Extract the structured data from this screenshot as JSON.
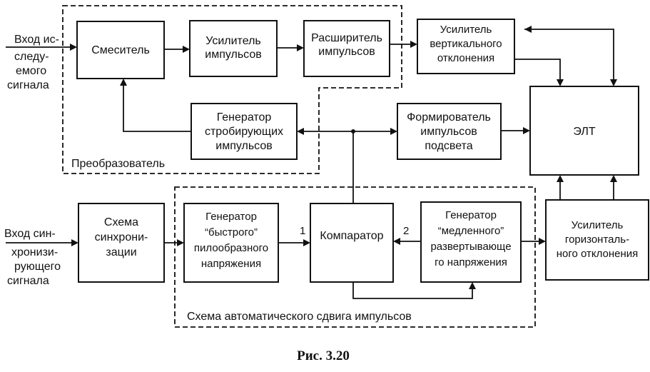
{
  "input_signal": {
    "lines": [
      "Вход ис-",
      "следу-",
      "емого",
      "сигнала"
    ]
  },
  "input_sync": {
    "lines": [
      "Вход син-",
      "хронизи-",
      "рующего",
      "сигнала"
    ]
  },
  "blocks": {
    "mixer": [
      "Смеситель"
    ],
    "pulse_amp": [
      "Усилитель",
      "импульсов"
    ],
    "pulse_expander": [
      "Расширитель",
      "импульсов"
    ],
    "vert_amp": [
      "Усилитель",
      "вертикального",
      "отклонения"
    ],
    "strobe_gen": [
      "Генератор",
      "стробирующих",
      "импульсов"
    ],
    "backlight_former": [
      "Формирователь",
      "импульсов",
      "подсвета"
    ],
    "crt": [
      "ЭЛТ"
    ],
    "sync_circuit": [
      "Схема",
      "синхрони-",
      "зации"
    ],
    "fast_ramp_gen": [
      "Генератор",
      "“быстрого”",
      "пилообразного",
      "напряжения"
    ],
    "comparator": [
      "Компаратор"
    ],
    "slow_sweep_gen": [
      "Генератор",
      "“медленного”",
      "развертывающе",
      "го напряжения"
    ],
    "horiz_amp": [
      "Усилитель",
      "горизонталь-",
      "ного отклонения"
    ]
  },
  "groups": {
    "converter": "Преобразователь",
    "auto_shift": "Схема автоматического сдвига импульсов"
  },
  "inputs_numbers": {
    "one": "1",
    "two": "2"
  },
  "caption": "Рис. 3.20"
}
